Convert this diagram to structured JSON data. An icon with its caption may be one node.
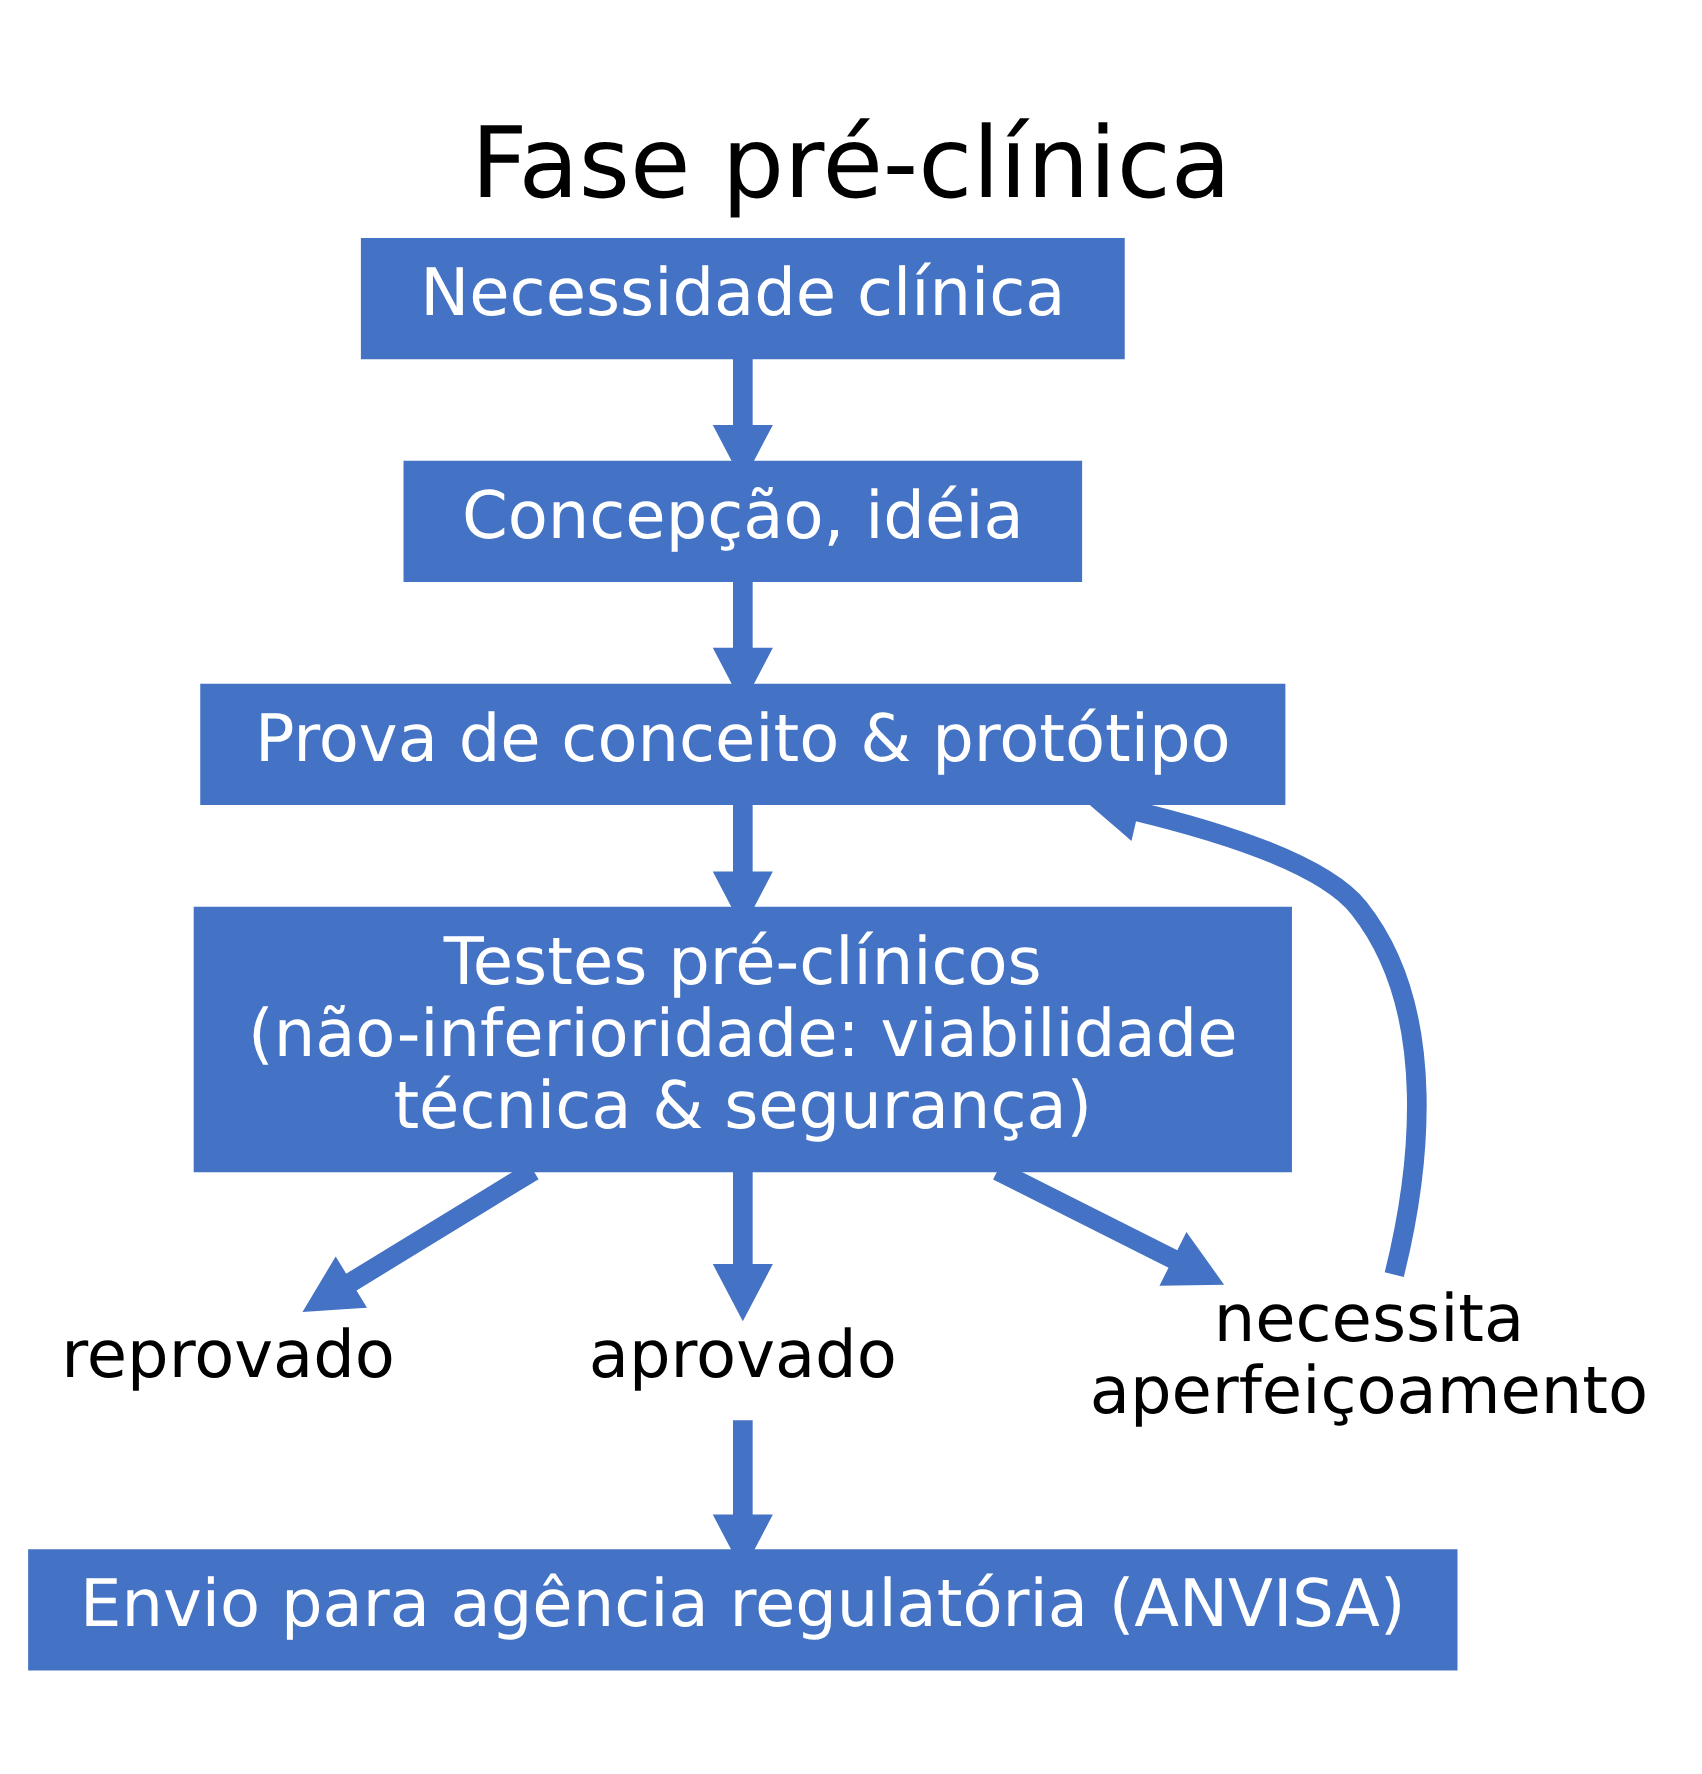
{
  "diagram": {
    "title": "Fase pré-clínica",
    "nodes": [
      {
        "text": [
          "Necessidade clínica"
        ]
      },
      {
        "text": [
          "Concepção, idéia"
        ]
      },
      {
        "text": [
          "Prova de conceito & protótipo"
        ]
      },
      {
        "text": [
          "Testes pré-clínicos",
          "(não-inferioridade: viabilidade técnica & segurança)"
        ]
      },
      {
        "text": [
          "reprovado"
        ]
      },
      {
        "text": [
          "aprovado"
        ]
      },
      {
        "text": [
          "necessita aperfeiçoamento"
        ]
      },
      {
        "text": [
          "Envio para agência regulatória (ANVISA)"
        ]
      }
    ],
    "edges": [
      {
        "from": 0,
        "to": 1,
        "arrow": "to"
      },
      {
        "from": 1,
        "to": 2,
        "arrow": "to"
      },
      {
        "from": 2,
        "to": 3,
        "arrow": "to"
      },
      {
        "from": 3,
        "to": 4,
        "arrow": "to"
      },
      {
        "from": 3,
        "to": 5,
        "arrow": "to"
      },
      {
        "from": 3,
        "to": 6,
        "arrow": "to"
      },
      {
        "from": 5,
        "to": 7,
        "arrow": "to"
      },
      {
        "from": 6,
        "to": 2,
        "arrow": "to"
      }
    ]
  }
}
